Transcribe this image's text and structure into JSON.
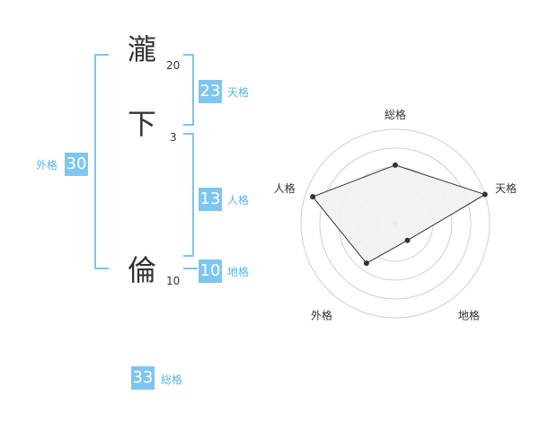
{
  "name": {
    "chars": [
      {
        "char": "瀧",
        "strokes": "20"
      },
      {
        "char": "下",
        "strokes": "3"
      },
      {
        "char": "倫",
        "strokes": "10"
      }
    ]
  },
  "kaku": {
    "tenkaku": {
      "value": "23",
      "label": "天格"
    },
    "jinkaku": {
      "value": "13",
      "label": "人格"
    },
    "chikaku": {
      "value": "10",
      "label": "地格"
    },
    "gaikaku": {
      "value": "30",
      "label": "外格"
    },
    "soukaku": {
      "value": "33",
      "label": "総格"
    }
  },
  "colors": {
    "accent": "#7cc6ef",
    "label": "#5ab3e6",
    "grid": "#cfcfcf",
    "fill": "#f1f1f1"
  },
  "chart_data": {
    "type": "radar",
    "axes": [
      "総格",
      "天格",
      "地格",
      "外格",
      "人格"
    ],
    "values": [
      3.1,
      5.0,
      1.1,
      2.6,
      4.6
    ],
    "max": 5,
    "rings": 5
  }
}
